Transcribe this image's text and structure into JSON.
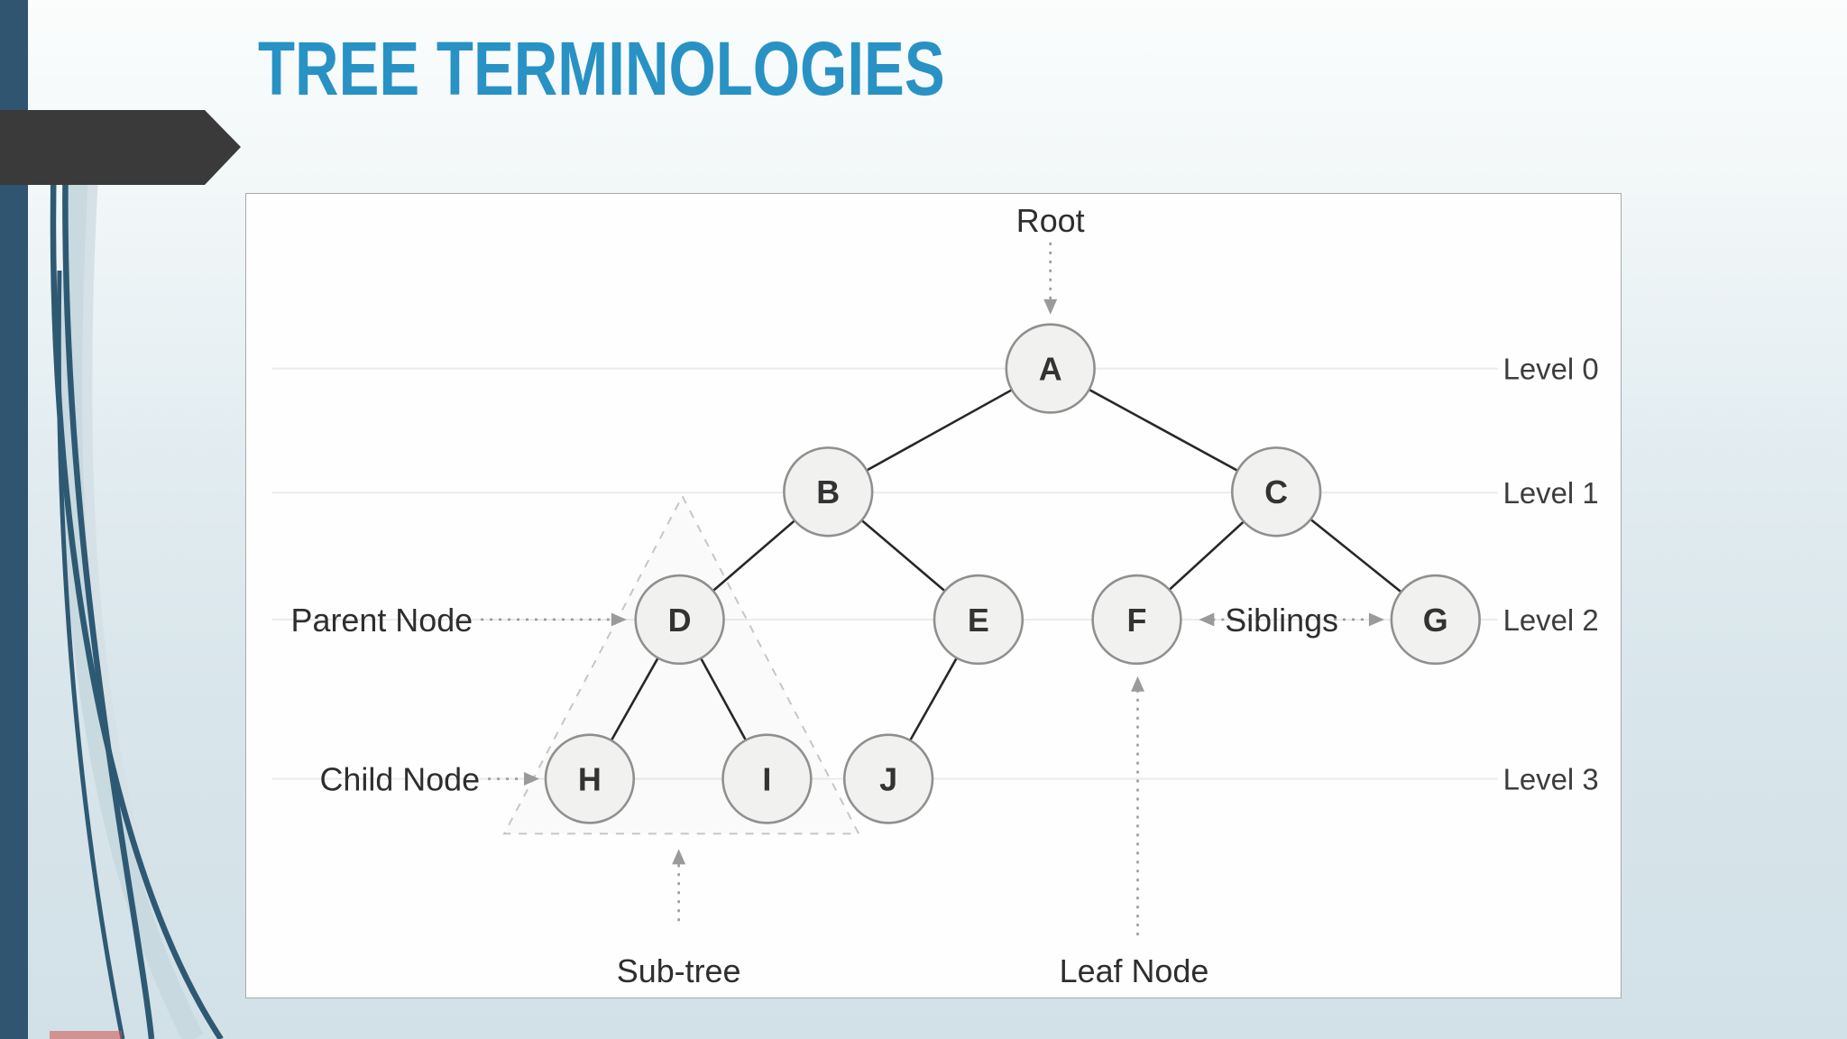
{
  "slide": {
    "title": "TREE TERMINOLOGIES"
  },
  "diagram": {
    "nodes": {
      "a": "A",
      "b": "B",
      "c": "C",
      "d": "D",
      "e": "E",
      "f": "F",
      "g": "G",
      "h": "H",
      "i": "I",
      "j": "J"
    },
    "levels": [
      "Level 0",
      "Level 1",
      "Level 2",
      "Level 3"
    ],
    "labels": {
      "root": "Root",
      "parent": "Parent Node",
      "child": "Child Node",
      "siblings": "Siblings",
      "subtree": "Sub-tree",
      "leaf": "Leaf Node"
    },
    "structure": {
      "edges": [
        "A-B",
        "A-C",
        "B-D",
        "B-E",
        "C-F",
        "C-G",
        "D-H",
        "D-I",
        "E-J"
      ],
      "subtree_nodes": [
        "D",
        "H",
        "I"
      ],
      "siblings_pair": [
        "F",
        "G"
      ],
      "leaf_pointed_node": "F",
      "root_node": "A"
    }
  },
  "colors": {
    "title_blue": "#2892c4",
    "sidebar_teal": "#2f5570",
    "banner_charcoal": "#3a3a3a",
    "swoosh_dark": "#2e5973",
    "swoosh_light": "#c9d9e0",
    "node_fill": "#f1f1f0",
    "node_border": "#8f8f8f",
    "edge_dark": "#272727",
    "dotted_gray": "#9a9a9a",
    "background_bottom": "#d2e1e8"
  }
}
